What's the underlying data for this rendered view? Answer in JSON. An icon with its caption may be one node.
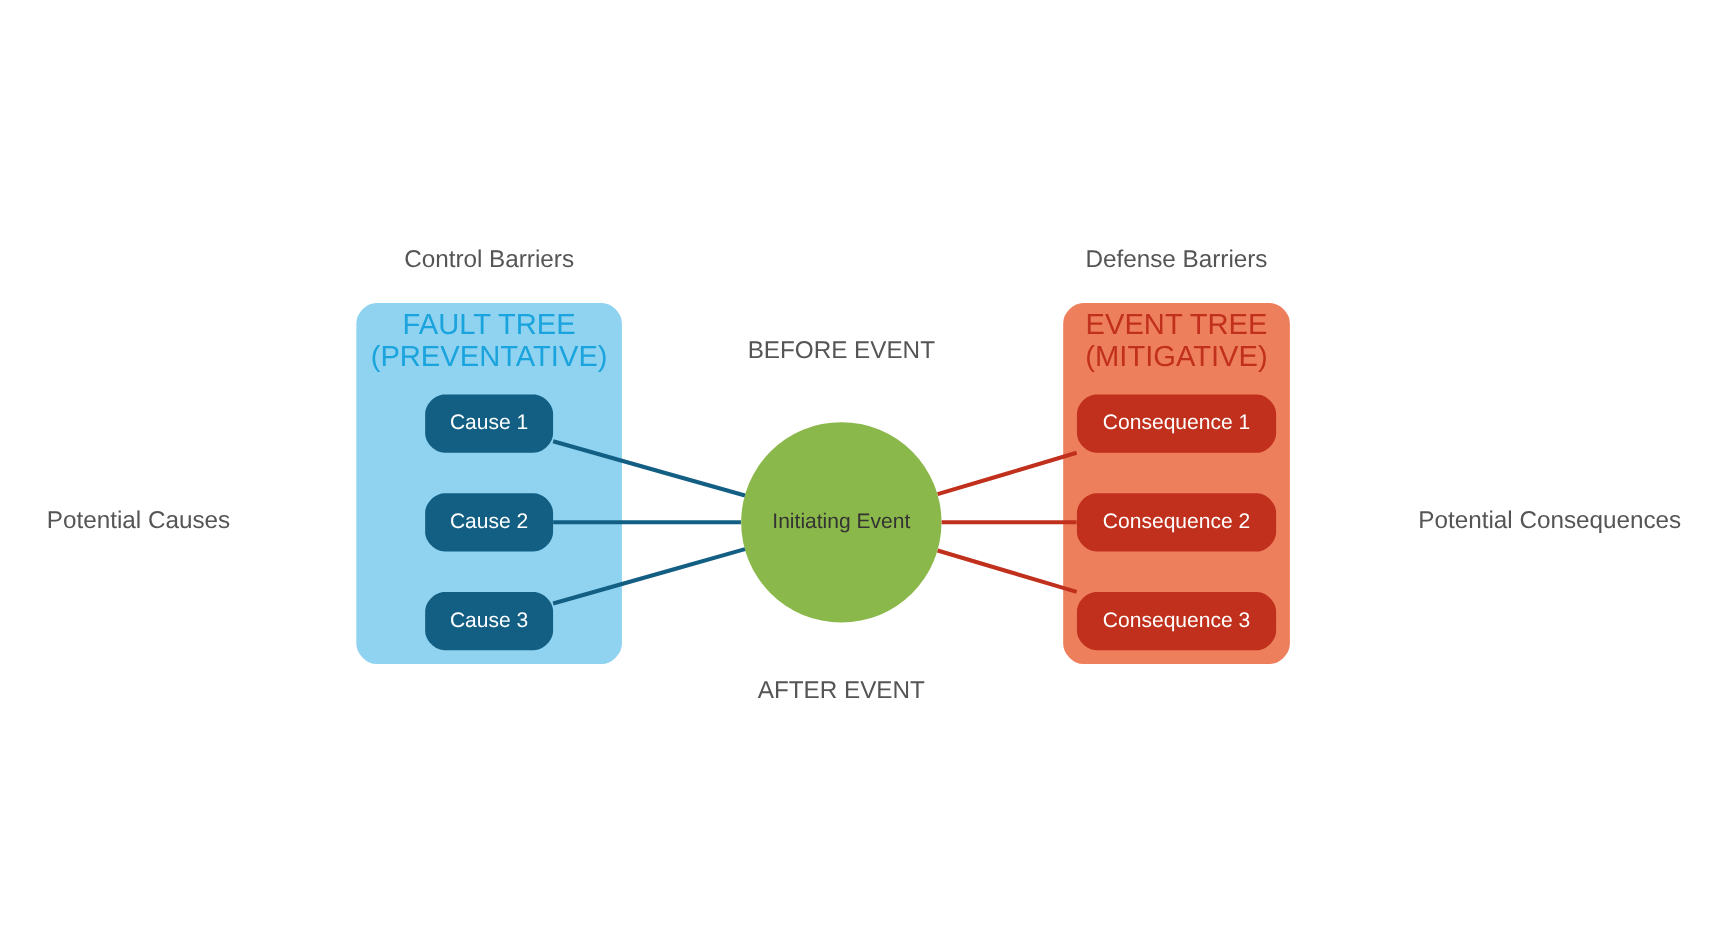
{
  "diagram": {
    "nodes": [
      {
        "text": [
          "FAULT TREE",
          "(PREVENTATIVE)"
        ]
      },
      {
        "text": [
          "Cause 1"
        ],
        "in": 0
      },
      {
        "text": [
          "Cause 2"
        ],
        "in": 0
      },
      {
        "text": [
          "Cause 3"
        ],
        "in": 0
      },
      {
        "text": [
          "Initiating Event"
        ]
      },
      {
        "text": [
          "EVENT TREE",
          "(MITIGATIVE)"
        ]
      },
      {
        "text": [
          "Consequence 1"
        ],
        "in": 5
      },
      {
        "text": [
          "Consequence 2"
        ],
        "in": 5
      },
      {
        "text": [
          "Consequence 3"
        ],
        "in": 5
      }
    ],
    "edges": [
      {
        "from": 1,
        "to": 4,
        "arrow": "none",
        "color": "#135f84"
      },
      {
        "from": 2,
        "to": 4,
        "arrow": "none",
        "color": "#135f84"
      },
      {
        "from": 3,
        "to": 4,
        "arrow": "none",
        "color": "#135f84"
      },
      {
        "from": 4,
        "to": 6,
        "arrow": "none",
        "color": "#c0301c"
      },
      {
        "from": 4,
        "to": 7,
        "arrow": "none",
        "color": "#c0301c"
      },
      {
        "from": 4,
        "to": 8,
        "arrow": "none",
        "color": "#c0301c"
      }
    ],
    "labels": [
      "Potential Causes",
      "Control Barriers",
      "BEFORE EVENT",
      "Defense Barriers",
      "AFTER EVENT",
      "Potential Consequences"
    ]
  }
}
